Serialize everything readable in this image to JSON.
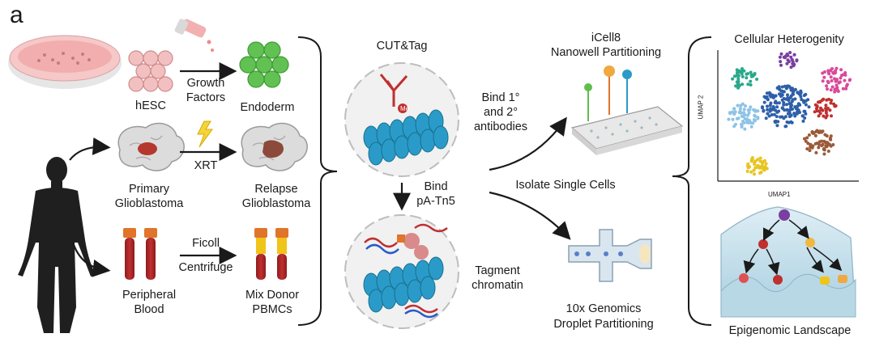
{
  "panel_label": "a",
  "left": {
    "hesc": "hESC",
    "growth_factors_1": "Growth",
    "growth_factors_2": "Factors",
    "endoderm": "Endoderm",
    "xrt": "XRT",
    "primary_1": "Primary",
    "primary_2": "Glioblastoma",
    "relapse_1": "Relapse",
    "relapse_2": "Glioblastoma",
    "ficoll": "Ficoll",
    "centrifuge": "Centrifuge",
    "peripheral_1": "Peripheral",
    "peripheral_2": "Blood",
    "mix_1": "Mix Donor",
    "mix_2": "PBMCs"
  },
  "middle": {
    "cut_tag": "CUT&Tag",
    "bind_ab_1": "Bind 1°",
    "bind_ab_2": "and 2°",
    "bind_ab_3": "antibodies",
    "bind_tn5_1": "Bind",
    "bind_tn5_2": "pA-Tn5",
    "tagment_1": "Tagment",
    "tagment_2": "chromatin",
    "me": "Me"
  },
  "right": {
    "icell8_1": "iCell8",
    "icell8_2": "Nanowell Partitioning",
    "isolate": "Isolate Single Cells",
    "tenx_1": "10x Genomics",
    "tenx_2": "Droplet Partitioning",
    "heterogeneity": "Cellular Heterogenity",
    "umap1": "UMAP1",
    "umap2": "UMAP 2",
    "epigenomic": "Epigenomic Landscape"
  },
  "colors": {
    "endoderm": "#5fbf4a",
    "hesc": "#f2b8b8",
    "brain": "#d9d9d9",
    "tumor": "#b5382e",
    "blood": "#b1262a",
    "tube_cap": "#e0742a",
    "pbmc": "#f0c419",
    "nucleosome": "#2a9bc9",
    "antibody": "#c0302f",
    "silhouette": "#1f1f1f"
  }
}
